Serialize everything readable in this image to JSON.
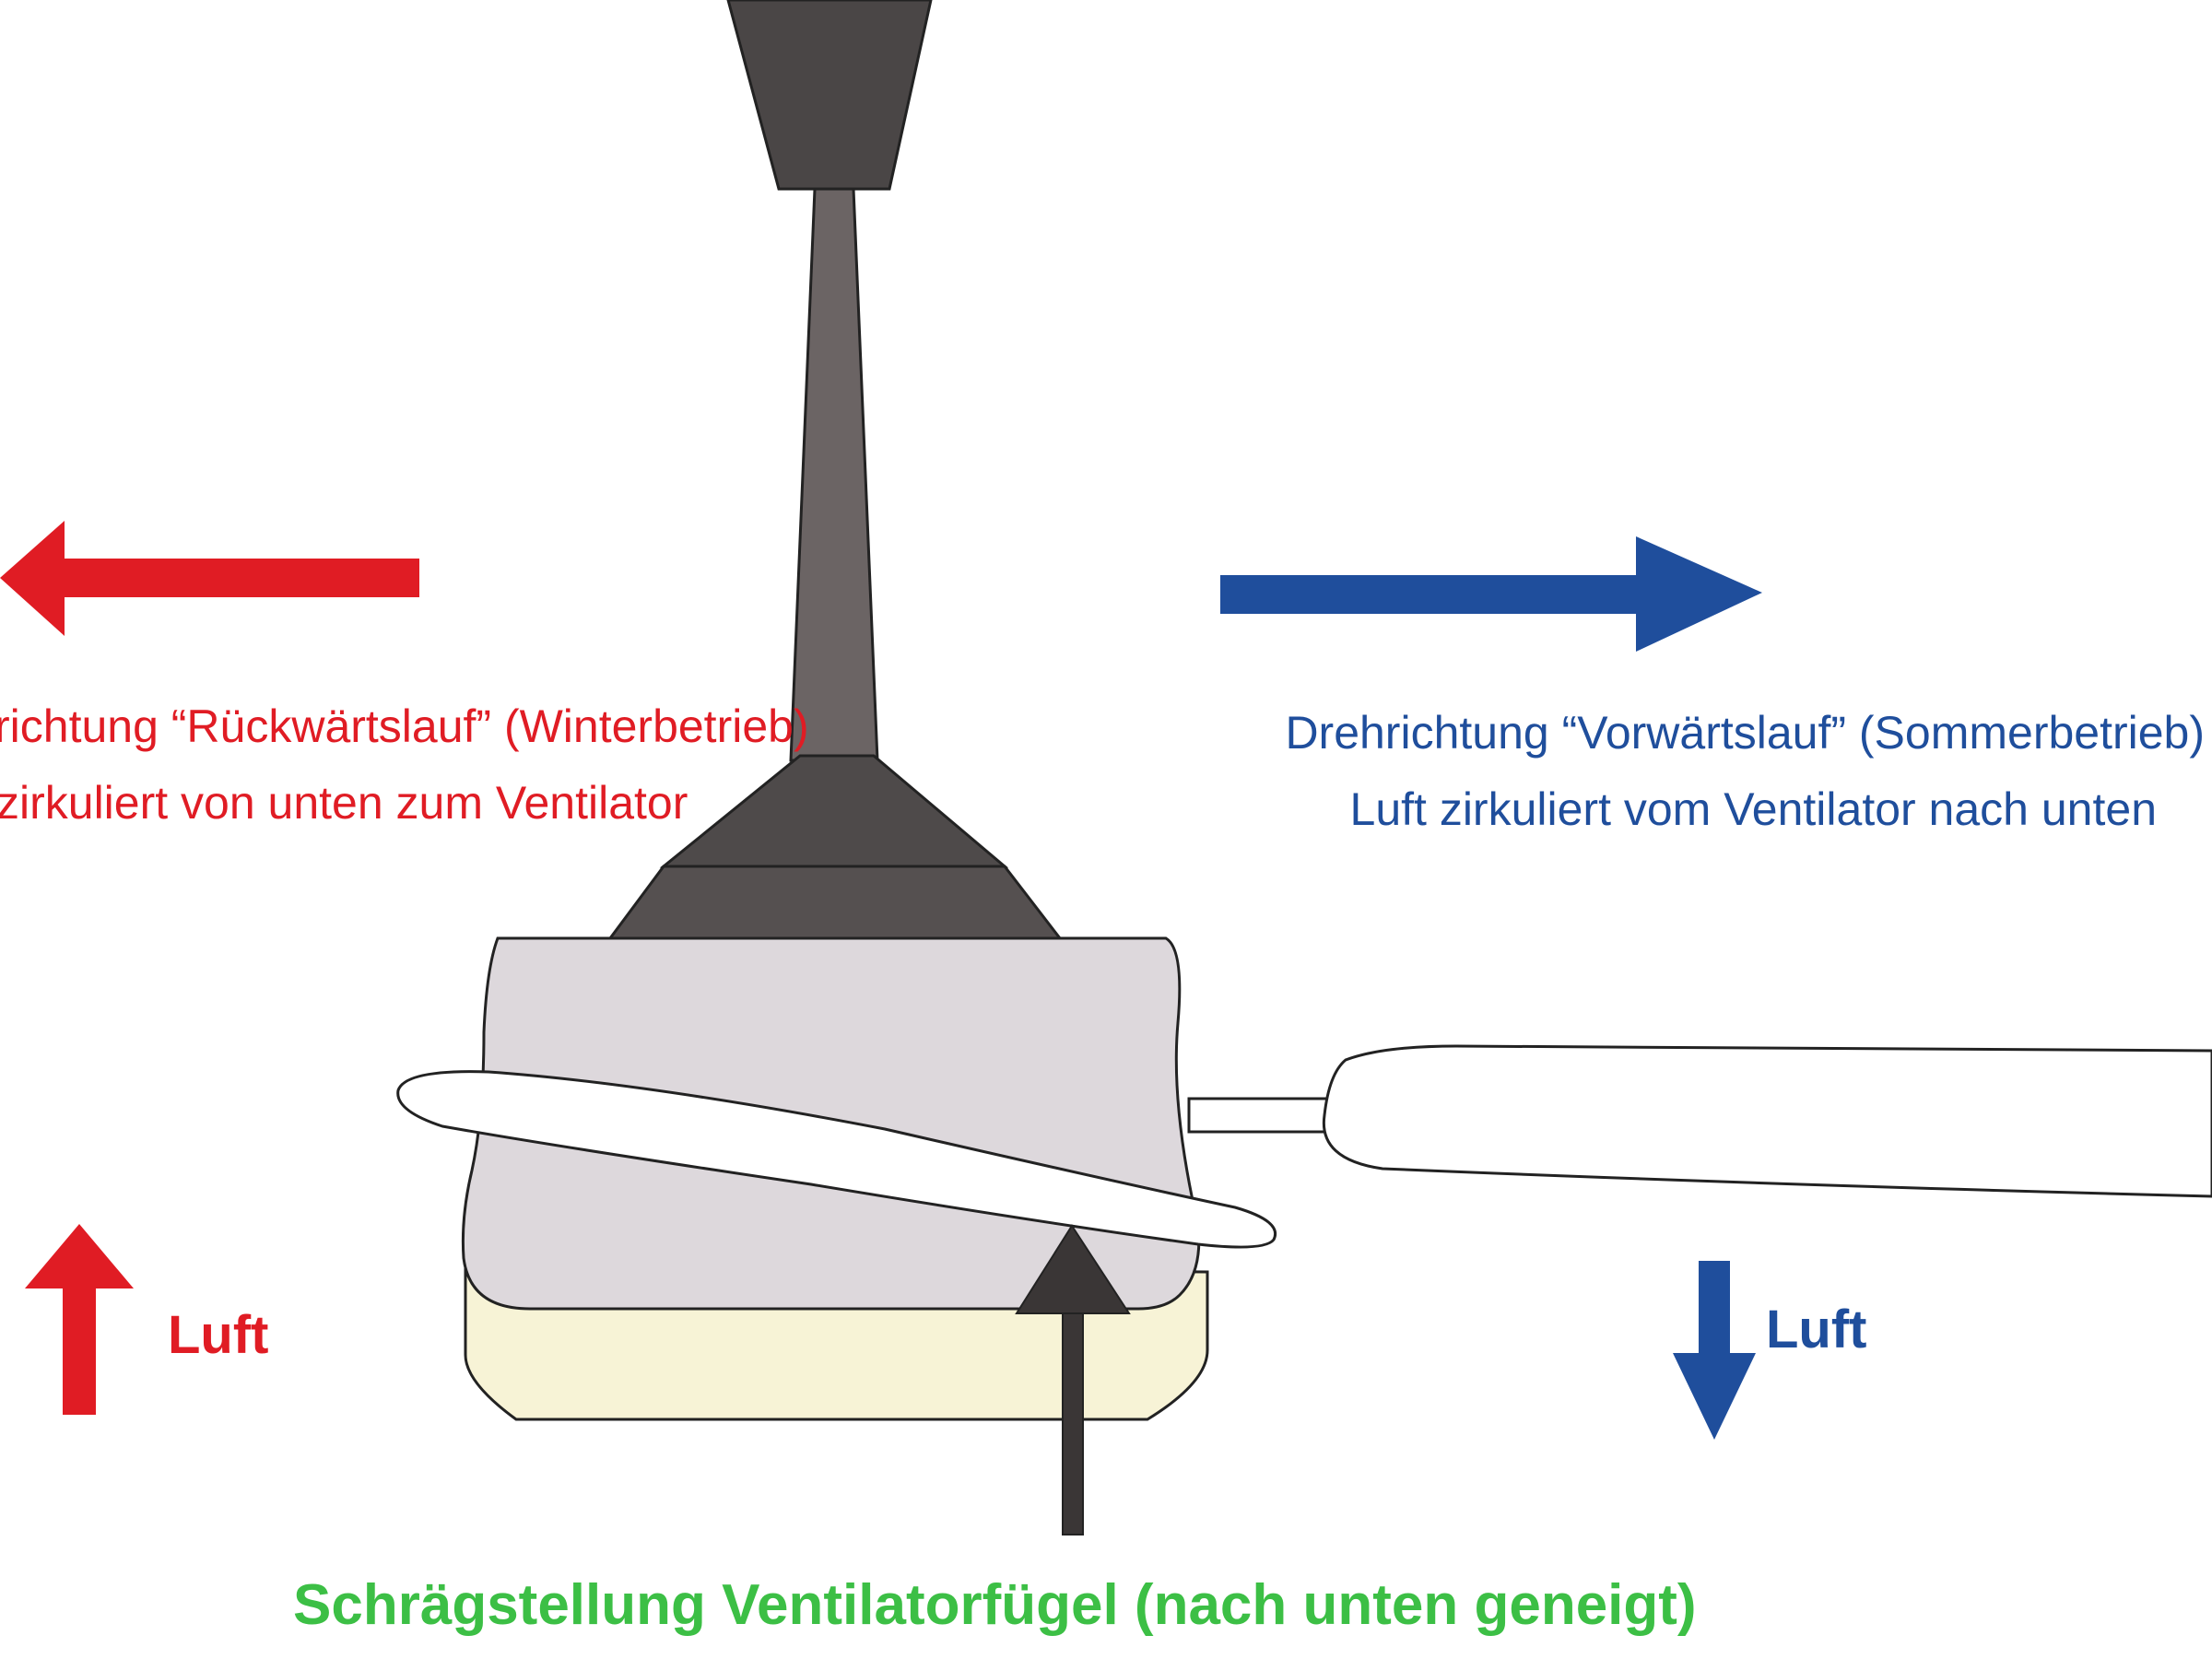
{
  "colors": {
    "winter": "#e01c24",
    "summer": "#1f4e9c",
    "blade_tilt": "#3cbf45",
    "fan_dark": "#5a5555",
    "motor_housing": "#ddd8dc",
    "light_kit": "#f7f3d6",
    "blade": "#ffffff"
  },
  "winter": {
    "line1": "richtung “Rückwärtslauf” (Winterbetrieb)",
    "line2": "zirkuliert von unten zum Ventilator",
    "air_label": "Luft"
  },
  "summer": {
    "line1": "Drehrichtung “Vorwärtslauf”  (Sommerbetrieb)",
    "line2": "Luft zirkuliert vom Ventilator nach unten",
    "air_label": "Luft"
  },
  "blade_tilt": {
    "label": "Schrägstellung Ventilatorfügel (nach unten geneigt)"
  }
}
